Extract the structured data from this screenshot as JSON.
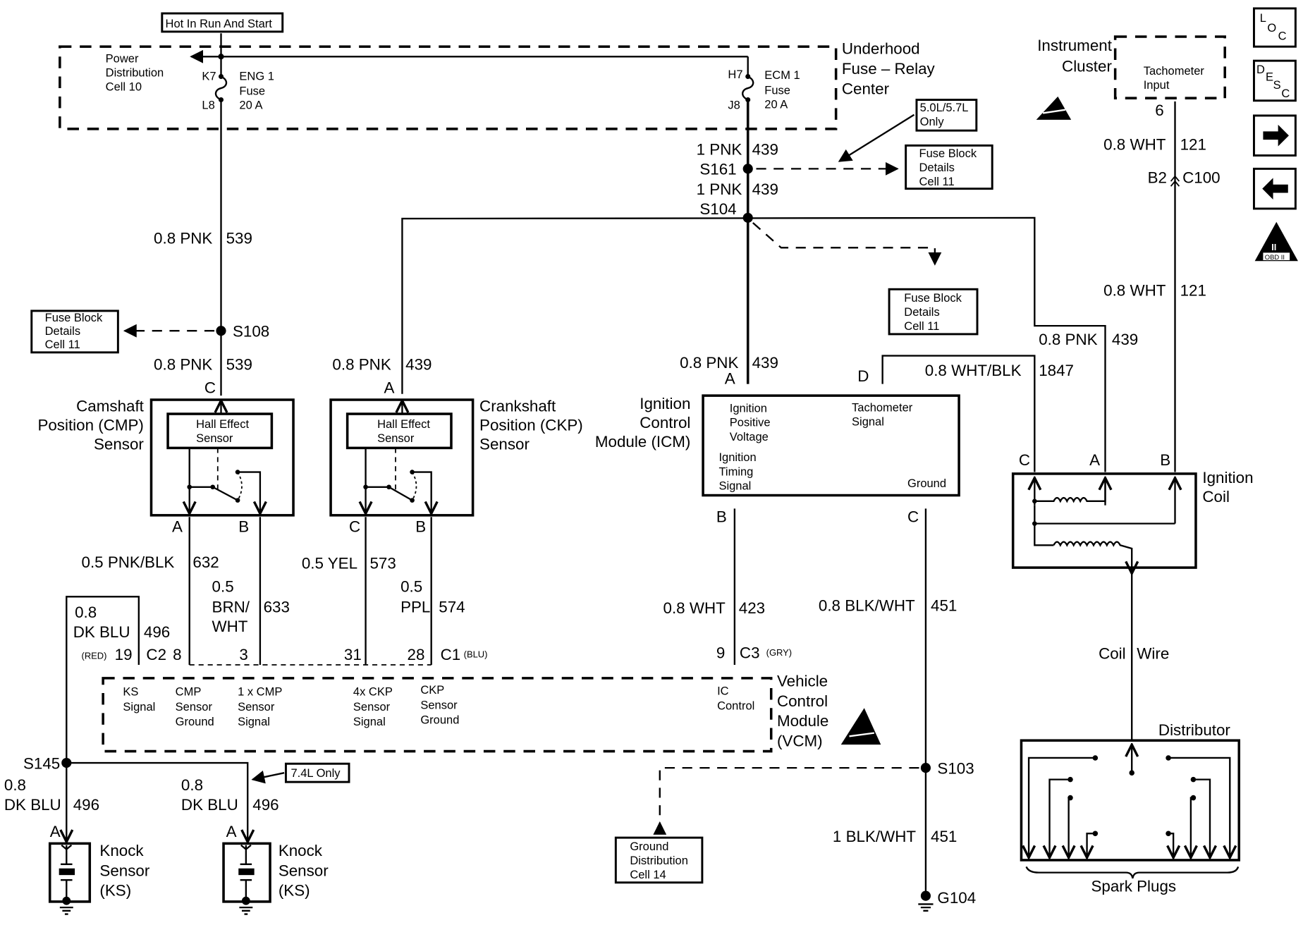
{
  "diagram": {
    "title_tag": "Hot In Run And Start",
    "colors": {
      "ink": "#000000",
      "paper": "#ffffff"
    },
    "nav_icons": [
      {
        "name": "location-icon",
        "parts": [
          "L",
          "O",
          "C"
        ]
      },
      {
        "name": "description-icon",
        "parts": [
          "D",
          "E",
          "S",
          "C"
        ]
      },
      {
        "name": "next-arrow-icon",
        "glyph": "➡"
      },
      {
        "name": "previous-arrow-icon",
        "glyph": "⬅"
      },
      {
        "name": "obd-ii-icon",
        "numeral": "II",
        "label": "OBD II"
      }
    ],
    "fuse_center": {
      "title_lines": [
        "Underhood",
        "Fuse – Relay",
        "Center"
      ],
      "power_dist": [
        "Power",
        "Distribution",
        "Cell 10"
      ],
      "fuse1": {
        "top_pin": "K7",
        "bottom_pin": "L8",
        "lines": [
          "ENG 1",
          "Fuse",
          "20 A"
        ]
      },
      "fuse2": {
        "top_pin": "H7",
        "bottom_pin": "J8",
        "lines": [
          "ECM 1",
          "Fuse",
          "20 A"
        ]
      }
    },
    "instrument_cluster": {
      "title_lines": [
        "Instrument",
        "Cluster"
      ],
      "inner_lines": [
        "Tachometer",
        "Input"
      ],
      "pin": "6"
    },
    "wires": {
      "w539_top": {
        "gauge_color": "0.8 PNK",
        "circuit": "539"
      },
      "w539_bot": {
        "gauge_color": "0.8 PNK",
        "circuit": "539"
      },
      "w439_a": {
        "gauge_color": "1 PNK",
        "circuit": "439"
      },
      "w439_b": {
        "gauge_color": "1 PNK",
        "circuit": "439"
      },
      "w439_ckp": {
        "gauge_color": "0.8 PNK",
        "circuit": "439"
      },
      "w439_icm": {
        "gauge_color": "0.8 PNK",
        "circuit": "439"
      },
      "w439_coil": {
        "gauge_color": "0.8 PNK",
        "circuit": "439"
      },
      "w1847": {
        "gauge_color": "0.8 WHT/BLK",
        "circuit": "1847"
      },
      "w121_top": {
        "gauge_color": "0.8 WHT",
        "circuit": "121"
      },
      "w121_bot": {
        "gauge_color": "0.8 WHT",
        "circuit": "121"
      },
      "w632": {
        "gauge_color": "0.5 PNK/BLK",
        "circuit": "632"
      },
      "w633": {
        "gauge_lines": [
          "0.5",
          "BRN/",
          "WHT"
        ],
        "circuit": "633"
      },
      "w573": {
        "gauge_color": "0.5 YEL",
        "circuit": "573"
      },
      "w574": {
        "gauge_lines": [
          "0.5",
          "PPL"
        ],
        "circuit": "574"
      },
      "w496_vcm": {
        "gauge_lines": [
          "0.8",
          "DK BLU"
        ],
        "circuit": "496"
      },
      "w496_ks1": {
        "gauge_lines": [
          "0.8",
          "DK BLU"
        ],
        "circuit": "496"
      },
      "w496_ks2": {
        "gauge_lines": [
          "0.8",
          "DK BLU"
        ],
        "circuit": "496"
      },
      "w423": {
        "gauge_color": "0.8 WHT",
        "circuit": "423"
      },
      "w451_top": {
        "gauge_color": "0.8 BLK/WHT",
        "circuit": "451"
      },
      "w451_bot": {
        "gauge_color": "1 BLK/WHT",
        "circuit": "451"
      },
      "coil_wire": {
        "left": "Coil",
        "right": "Wire"
      }
    },
    "splices": {
      "s108": "S108",
      "s161": "S161",
      "s104": "S104",
      "s145": "S145",
      "s103": "S103",
      "g104": "G104"
    },
    "connectors": {
      "c100": {
        "pin": "B2",
        "name": "C100"
      },
      "c1": {
        "name": "C1",
        "color": "(BLU)"
      },
      "c2": {
        "name": "C2",
        "color": "(RED)"
      },
      "c3": {
        "name": "C3",
        "color": "(GRY)"
      },
      "vcm_pins": {
        "ks": "19",
        "cmp_gnd": "8",
        "cmp_sig": "3",
        "ckp_sig": "31",
        "ckp_gnd": "28",
        "ic": "9"
      }
    },
    "notes": {
      "engine_5": [
        "5.0L/5.7L",
        "Only"
      ],
      "engine_74": "7.4L Only"
    },
    "ref_boxes": {
      "fuse_block_left": [
        "Fuse Block",
        "Details",
        "Cell 11"
      ],
      "fuse_block_top": [
        "Fuse Block",
        "Details",
        "Cell 11"
      ],
      "fuse_block_mid": [
        "Fuse Block",
        "Details",
        "Cell 11"
      ],
      "ground_dist": [
        "Ground",
        "Distribution",
        "Cell 14"
      ]
    },
    "cmp_sensor": {
      "title_lines": [
        "Camshaft",
        "Position (CMP)",
        "Sensor"
      ],
      "inner": [
        "Hall Effect",
        "Sensor"
      ],
      "pin_top": "C",
      "pin_a": "A",
      "pin_b": "B"
    },
    "ckp_sensor": {
      "title_lines": [
        "Crankshaft",
        "Position (CKP)",
        "Sensor"
      ],
      "inner": [
        "Hall Effect",
        "Sensor"
      ],
      "pin_top": "A",
      "pin_c": "C",
      "pin_b": "B"
    },
    "icm": {
      "title_lines": [
        "Ignition",
        "Control",
        "Module (ICM)"
      ],
      "ipv": [
        "Ignition",
        "Positive",
        "Voltage"
      ],
      "tach": [
        "Tachometer",
        "Signal"
      ],
      "its": [
        "Ignition",
        "Timing",
        "Signal"
      ],
      "ground": "Ground",
      "pin_a": "A",
      "pin_b": "B",
      "pin_c": "C",
      "pin_d": "D"
    },
    "vcm": {
      "title_lines": [
        "Vehicle",
        "Control",
        "Module",
        "(VCM)"
      ],
      "ks": [
        "KS",
        "Signal"
      ],
      "cmp_gnd": [
        "CMP",
        "Sensor",
        "Ground"
      ],
      "cmp_sig": [
        "1 x CMP",
        "Sensor",
        "Signal"
      ],
      "ckp_sig": [
        "4x CKP",
        "Sensor",
        "Signal"
      ],
      "ckp_gnd": [
        "CKP",
        "Sensor",
        "Ground"
      ],
      "ic": [
        "IC",
        "Control"
      ]
    },
    "ignition_coil": {
      "title_lines": [
        "Ignition",
        "Coil"
      ],
      "pin_c": "C",
      "pin_a": "A",
      "pin_b": "B"
    },
    "distributor": {
      "title": "Distributor",
      "spark_plugs": "Spark Plugs"
    },
    "knock_sensors": [
      {
        "pin": "A",
        "title_lines": [
          "Knock",
          "Sensor",
          "(KS)"
        ]
      },
      {
        "pin": "A",
        "title_lines": [
          "Knock",
          "Sensor",
          "(KS)"
        ]
      }
    ]
  }
}
